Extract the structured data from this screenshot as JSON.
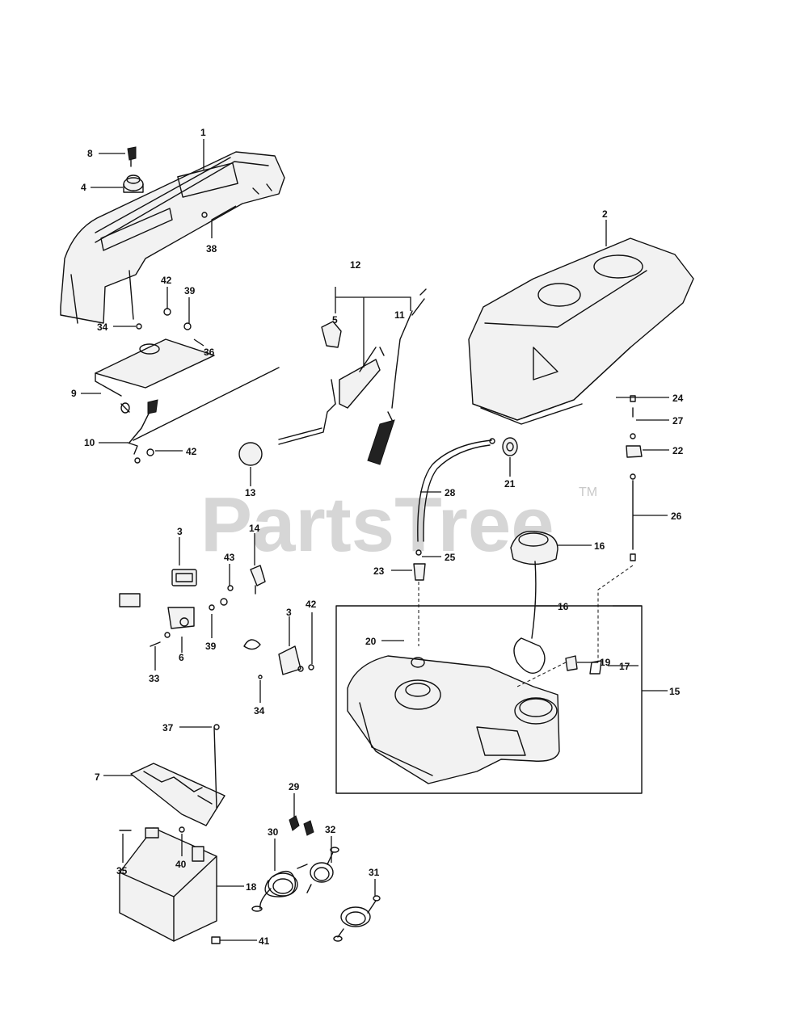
{
  "watermark": {
    "text": "PartsTree",
    "trademark": "TM"
  },
  "callouts": {
    "c1": "1",
    "c2": "2",
    "c3a": "3",
    "c3b": "3",
    "c4": "4",
    "c5": "5",
    "c6": "6",
    "c7": "7",
    "c8": "8",
    "c9": "9",
    "c10": "10",
    "c11": "11",
    "c12": "12",
    "c13": "13",
    "c14": "14",
    "c15": "15",
    "c16a": "16",
    "c16b": "16",
    "c17": "17",
    "c18": "18",
    "c19": "19",
    "c20": "20",
    "c21": "21",
    "c22": "22",
    "c23": "23",
    "c24": "24",
    "c25": "25",
    "c26": "26",
    "c27": "27",
    "c28": "28",
    "c29": "29",
    "c30": "30",
    "c31": "31",
    "c32": "32",
    "c33": "33",
    "c34a": "34",
    "c34b": "34",
    "c35": "35",
    "c36": "36",
    "c37": "37",
    "c38": "38",
    "c39a": "39",
    "c39b": "39",
    "c40": "40",
    "c41": "41",
    "c42a": "42",
    "c42b": "42",
    "c42c": "42",
    "c43": "43"
  }
}
